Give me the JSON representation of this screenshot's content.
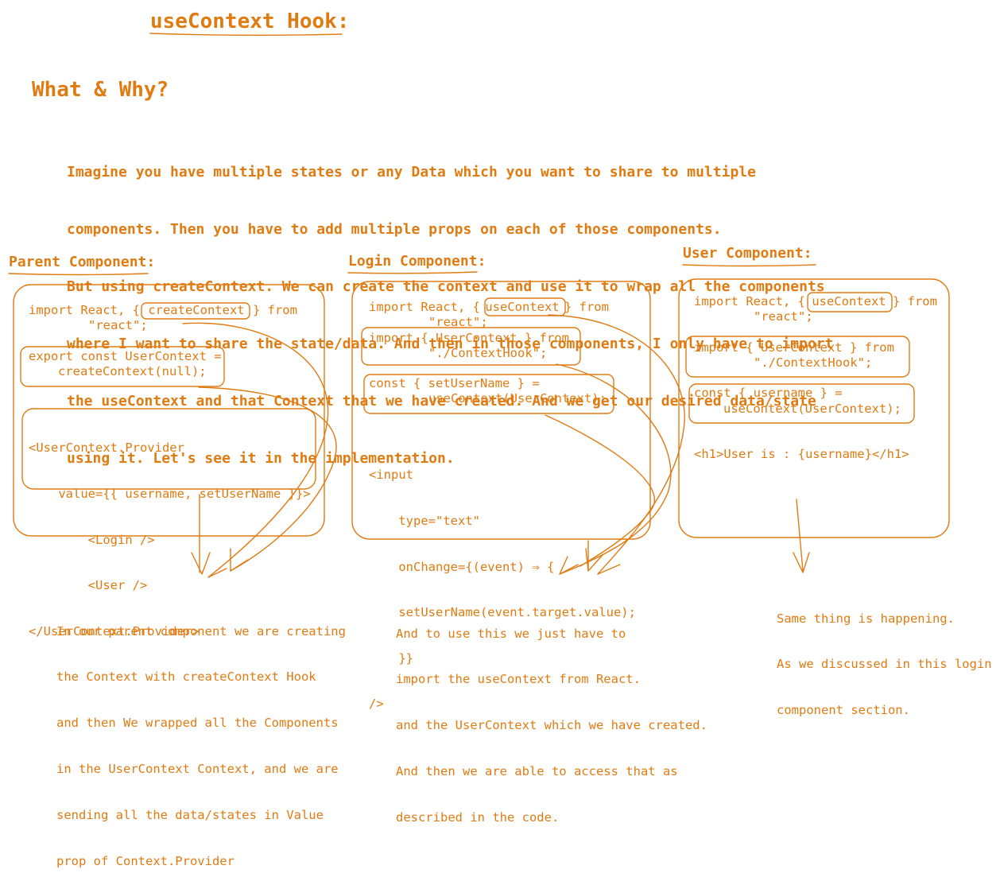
{
  "title": "useContext Hook",
  "title_colon": ":",
  "heading": "What & Why?",
  "intro": [
    "Imagine you have multiple states or any Data which you want to share to multiple",
    "components. Then you have to add multiple props on each of those components.",
    "But using createContext. We can create the context and use it to wrap all the components",
    "where I want to share the state/data. And then in those components, I only have to import",
    "the useContext and that Context that we have created. And we get our desired data/state",
    "using it. Let's see it in the implementation."
  ],
  "parent": {
    "title": "Parent Component",
    "colon": ":",
    "import_pre": "import React, {",
    "import_hl": "createContext",
    "import_post": "} from",
    "import_line2": "\"react\";",
    "export_line1": "export const UserContext =",
    "export_line2": "createContext(null);",
    "provider": [
      "<UserContext.Provider",
      "    value={{ username, setUserName }}>",
      "        <Login />",
      "        <User />",
      "</UserContext.Provider>"
    ],
    "note": [
      "In our parent component we are creating",
      "the Context with createContext Hook",
      "and then We wrapped all the Components",
      "in the UserContext Context, and we are",
      "sending all the data/states in Value",
      "prop of Context.Provider"
    ]
  },
  "login": {
    "title": "Login Component",
    "colon": ":",
    "import_pre": "import React, {",
    "import_hl": "useContext",
    "import_post": "} from",
    "import_line2": "\"react\";",
    "ctx_line1": "import { UserContext } from",
    "ctx_line2": "\"./ContextHook\";",
    "const_line1": "const { setUserName } =",
    "const_line2": "useContext(UserContext);",
    "input": [
      "<input",
      "    type=\"text\"",
      "    onChange={(event) ⇒ {",
      "    setUserName(event.target.value);",
      "    }}",
      "/>"
    ],
    "note": [
      "And to use this we just have to",
      "import the useContext from React.",
      "and the UserContext which we have created.",
      "And then we are able to access that as",
      "described in the code."
    ]
  },
  "user": {
    "title": "User Component",
    "colon": ":",
    "import_pre": "import React, {",
    "import_hl": "useContext",
    "import_post": "} from",
    "import_line2": "\"react\";",
    "ctx_line1": "import { UserContext } from",
    "ctx_line2": "\"./ContextHook\";",
    "const_line1": "const { username } =",
    "const_line2": "useContext(UserContext);",
    "h1": "<h1>User is : {username}</h1>",
    "note": [
      "Same thing is happening.",
      "As we discussed in this login",
      "component section."
    ]
  },
  "colors": {
    "ink": "#e07b12",
    "background": "#ffffff"
  }
}
